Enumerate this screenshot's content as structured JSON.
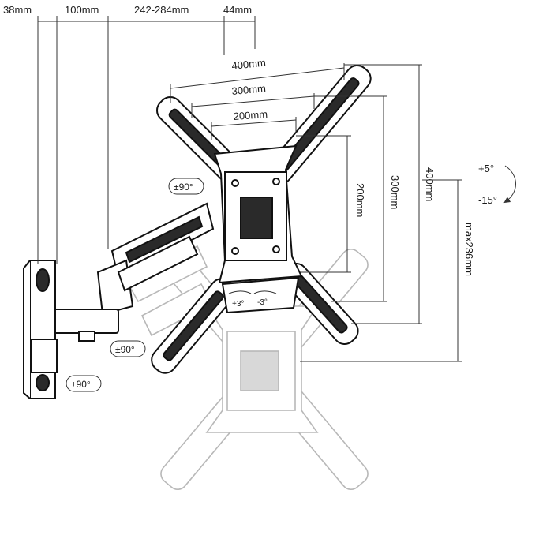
{
  "top_dims": {
    "wall_plate_depth": "38mm",
    "arm_offset": "100mm",
    "arm_reach": "242-284mm",
    "plate_depth": "44mm"
  },
  "vesa": {
    "w400": "400mm",
    "w300": "300mm",
    "w200": "200mm",
    "h200": "200mm",
    "h300": "300mm",
    "h400": "400mm"
  },
  "max_height": "max236mm",
  "tilt": {
    "up": "+5°",
    "down": "-15°"
  },
  "rotation": {
    "plate": "±90°",
    "arm": "±90°",
    "wall": "±90°"
  },
  "level": {
    "plus": "+3°",
    "minus": "-3°"
  }
}
